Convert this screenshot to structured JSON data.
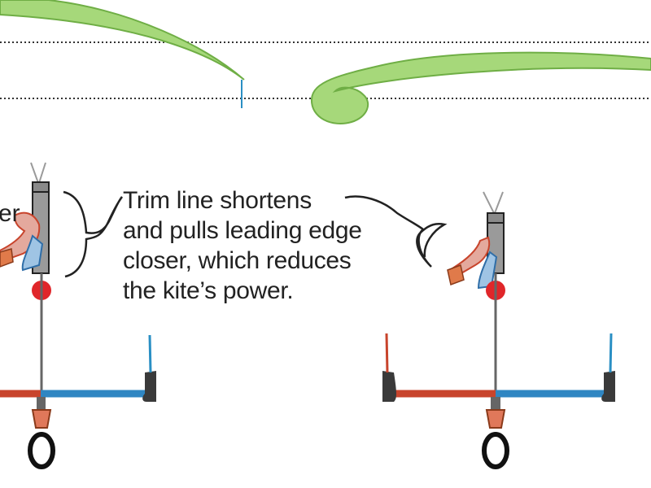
{
  "caption": {
    "lines": [
      "Trim line shortens",
      "and pulls leading edge",
      "closer, which reduces",
      "the kite’s power."
    ]
  },
  "partial_label": "er",
  "colors": {
    "canopy_fill": "#a6d87a",
    "canopy_stroke": "#6fae45",
    "line_blue": "#2a8fc4",
    "bar_red": "#c8442c",
    "bar_blue": "#2f86c2",
    "bar_end": "#3a3a3a",
    "stopper_ball": "#e0262a",
    "chicken_loop": "#111111",
    "donkey_dick": "#e0785a",
    "line_gray": "#8a8a8a"
  }
}
